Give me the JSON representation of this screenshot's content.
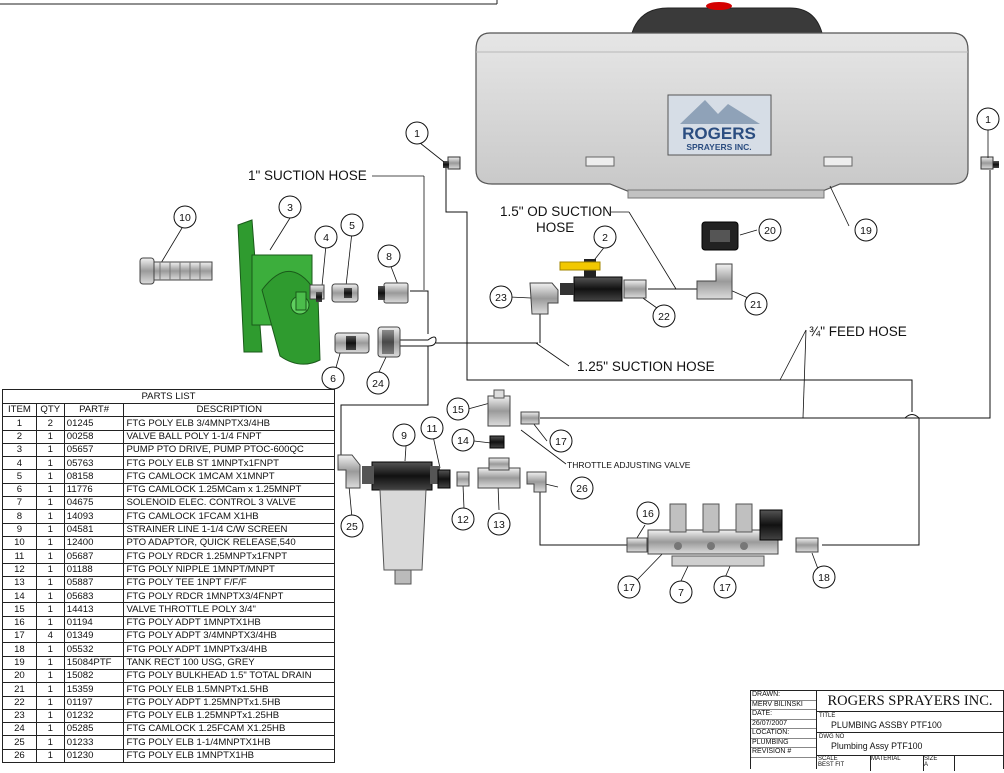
{
  "brand": {
    "logo_line1": "ROGERS",
    "logo_line2": "SPRAYERS INC."
  },
  "hose_labels": {
    "suction_1in": "1\" SUCTION HOSE",
    "suction_od_line1": "1.5\" OD SUCTION",
    "suction_od_line2": "HOSE",
    "suction_125": "1.25\" SUCTION HOSE",
    "feed_34": "¾\" FEED HOSE",
    "throttle": "THROTTLE ADJUSTING VALVE"
  },
  "balloons": {
    "b1a": "1",
    "b1b": "1",
    "b2": "2",
    "b3": "3",
    "b4": "4",
    "b5": "5",
    "b6": "6",
    "b7": "7",
    "b8": "8",
    "b9": "9",
    "b10": "10",
    "b11": "11",
    "b12": "12",
    "b13": "13",
    "b14": "14",
    "b15": "15",
    "b16": "16",
    "b17a": "17",
    "b17b": "17",
    "b17c": "17",
    "b18": "18",
    "b19": "19",
    "b20": "20",
    "b21": "21",
    "b22": "22",
    "b23": "23",
    "b24": "24",
    "b25": "25",
    "b26": "26"
  },
  "parts_list": {
    "title": "PARTS LIST",
    "headers": {
      "item": "ITEM",
      "qty": "QTY",
      "part": "PART#",
      "description": "DESCRIPTION"
    },
    "rows": [
      {
        "item": "1",
        "qty": "2",
        "part": "01245",
        "description": "FTG POLY ELB 3/4MNPTX3/4HB"
      },
      {
        "item": "2",
        "qty": "1",
        "part": "00258",
        "description": "VALVE BALL POLY 1-1/4 FNPT"
      },
      {
        "item": "3",
        "qty": "1",
        "part": "05657",
        "description": "PUMP PTO DRIVE, PUMP PTOC-600QC"
      },
      {
        "item": "4",
        "qty": "1",
        "part": "05763",
        "description": "FTG POLY ELB ST 1MNPTx1FNPT"
      },
      {
        "item": "5",
        "qty": "1",
        "part": "08158",
        "description": "FTG CAMLOCK 1MCAM X1MNPT"
      },
      {
        "item": "6",
        "qty": "1",
        "part": "11776",
        "description": "FTG CAMLOCK 1.25MCam x 1.25MNPT"
      },
      {
        "item": "7",
        "qty": "1",
        "part": "04675",
        "description": "SOLENOID ELEC. CONTROL 3 VALVE"
      },
      {
        "item": "8",
        "qty": "1",
        "part": "14093",
        "description": "FTG CAMLOCK 1FCAM X1HB"
      },
      {
        "item": "9",
        "qty": "1",
        "part": "04581",
        "description": "STRAINER LINE 1-1/4 C/W SCREEN"
      },
      {
        "item": "10",
        "qty": "1",
        "part": "12400",
        "description": "PTO ADAPTOR, QUICK RELEASE,540"
      },
      {
        "item": "11",
        "qty": "1",
        "part": "05687",
        "description": "FTG POLY RDCR 1.25MNPTx1FNPT"
      },
      {
        "item": "12",
        "qty": "1",
        "part": "01188",
        "description": "FTG POLY NIPPLE 1MNPT/MNPT"
      },
      {
        "item": "13",
        "qty": "1",
        "part": "05887",
        "description": "FTG POLY TEE 1NPT F/F/F"
      },
      {
        "item": "14",
        "qty": "1",
        "part": "05683",
        "description": "FTG POLY RDCR 1MNPTX3/4FNPT"
      },
      {
        "item": "15",
        "qty": "1",
        "part": "14413",
        "description": "VALVE THROTTLE POLY 3/4\""
      },
      {
        "item": "16",
        "qty": "1",
        "part": "01194",
        "description": "FTG POLY ADPT 1MNPTX1HB"
      },
      {
        "item": "17",
        "qty": "4",
        "part": "01349",
        "description": "FTG POLY ADPT 3/4MNPTX3/4HB"
      },
      {
        "item": "18",
        "qty": "1",
        "part": "05532",
        "description": "FTG POLY ADPT 1MNPTx3/4HB"
      },
      {
        "item": "19",
        "qty": "1",
        "part": "15084PTF",
        "description": "TANK RECT 100 USG, GREY"
      },
      {
        "item": "20",
        "qty": "1",
        "part": "15082",
        "description": "FTG POLY BULKHEAD 1.5\" TOTAL DRAIN"
      },
      {
        "item": "21",
        "qty": "1",
        "part": "15359",
        "description": "FTG POLY ELB 1.5MNPTx1.5HB"
      },
      {
        "item": "22",
        "qty": "1",
        "part": "01197",
        "description": "FTG POLY ADPT 1.25MNPTx1.5HB"
      },
      {
        "item": "23",
        "qty": "1",
        "part": "01232",
        "description": "FTG POLY ELB 1.25MNPTx1.25HB"
      },
      {
        "item": "24",
        "qty": "1",
        "part": "05285",
        "description": "FTG CAMLOCK 1.25FCAM X1.25HB"
      },
      {
        "item": "25",
        "qty": "1",
        "part": "01233",
        "description": "FTG POLY ELB 1-1/4MNPTX1HB"
      },
      {
        "item": "26",
        "qty": "1",
        "part": "01230",
        "description": "FTG POLY ELB 1MNPTX1HB"
      }
    ]
  },
  "title_block": {
    "drawn_label": "DRAWN:",
    "drawn_by": "MERV BILINSKI",
    "date_label": "DATE:",
    "date": "26/07/2007",
    "location_label": "LOCATION:",
    "location": "PLUMBING",
    "revision_label": "REVISION #",
    "company": "ROGERS SPRAYERS INC.",
    "title_label": "TITLE",
    "title": "PLUMBING ASSBY PTF100",
    "dwg_label": "DWG NO",
    "dwg_no": "Plumbing Assy PTF100",
    "scale_label": "SCALE",
    "scale": "BEST FIT",
    "material_label": "MATERIAL",
    "size_label": "SIZE",
    "size": "A"
  },
  "colors": {
    "pump_green": "#2f9b2f",
    "tank_grey": "#d6d6d6",
    "valve_yellow": "#f2c800",
    "line": "#111111"
  }
}
